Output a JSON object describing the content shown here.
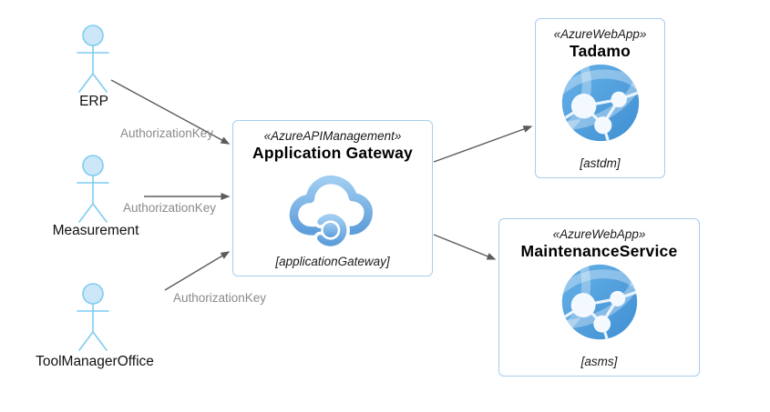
{
  "diagram": {
    "type": "uml-deployment-diagram",
    "actors": [
      {
        "id": "erp",
        "label": "ERP"
      },
      {
        "id": "measurement",
        "label": "Measurement"
      },
      {
        "id": "toolmanageroffice",
        "label": "ToolManagerOffice"
      }
    ],
    "nodes": [
      {
        "id": "application-gateway",
        "stereotype": "«AzureAPIManagement»",
        "name": "Application Gateway",
        "tag": "[applicationGateway]",
        "icon": "azure-api-management-cloud-icon"
      },
      {
        "id": "tadamo",
        "stereotype": "«AzureWebApp»",
        "name": "Tadamo",
        "tag": "[astdm]",
        "icon": "azure-web-app-globe-icon"
      },
      {
        "id": "maintenanceservice",
        "stereotype": "«AzureWebApp»",
        "name": "MaintenanceService",
        "tag": "[asms]",
        "icon": "azure-web-app-globe-icon"
      }
    ],
    "edges": [
      {
        "from": "ERP",
        "to": "Application Gateway",
        "label": "AuthorizationKey"
      },
      {
        "from": "Measurement",
        "to": "Application Gateway",
        "label": "AuthorizationKey"
      },
      {
        "from": "ToolManagerOffice",
        "to": "Application Gateway",
        "label": "AuthorizationKey"
      },
      {
        "from": "Application Gateway",
        "to": "Tadamo",
        "label": ""
      },
      {
        "from": "Application Gateway",
        "to": "MaintenanceService",
        "label": ""
      }
    ],
    "colors": {
      "node_border": "#a8cdec",
      "actor_stroke": "#7fccf2",
      "actor_fill": "#cbe7f8",
      "arrow": "#5c5c5c",
      "edge_label_text": "#8a8a8a",
      "icon_blue_light": "#9fccf1",
      "icon_blue_dark": "#5e9eda",
      "globe_blue_light": "#66b1e7",
      "globe_blue_dark": "#3f8fd3",
      "text": "#000000"
    }
  }
}
